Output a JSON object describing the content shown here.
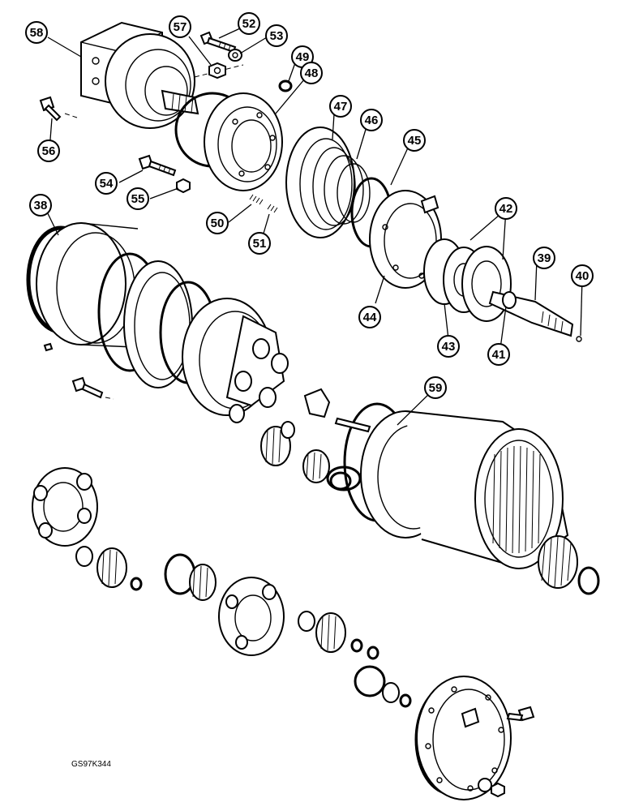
{
  "figure_code": "GS97K344",
  "callouts": [
    {
      "id": "c58",
      "label": "58"
    },
    {
      "id": "c57",
      "label": "57"
    },
    {
      "id": "c52",
      "label": "52"
    },
    {
      "id": "c53",
      "label": "53"
    },
    {
      "id": "c49",
      "label": "49"
    },
    {
      "id": "c48",
      "label": "48"
    },
    {
      "id": "c47",
      "label": "47"
    },
    {
      "id": "c46",
      "label": "46"
    },
    {
      "id": "c45",
      "label": "45"
    },
    {
      "id": "c56",
      "label": "56"
    },
    {
      "id": "c54",
      "label": "54"
    },
    {
      "id": "c55",
      "label": "55"
    },
    {
      "id": "c50",
      "label": "50"
    },
    {
      "id": "c51",
      "label": "51"
    },
    {
      "id": "c38",
      "label": "38"
    },
    {
      "id": "c42",
      "label": "42"
    },
    {
      "id": "c39",
      "label": "39"
    },
    {
      "id": "c40",
      "label": "40"
    },
    {
      "id": "c44",
      "label": "44"
    },
    {
      "id": "c43",
      "label": "43"
    },
    {
      "id": "c41",
      "label": "41"
    },
    {
      "id": "c59",
      "label": "59"
    }
  ]
}
